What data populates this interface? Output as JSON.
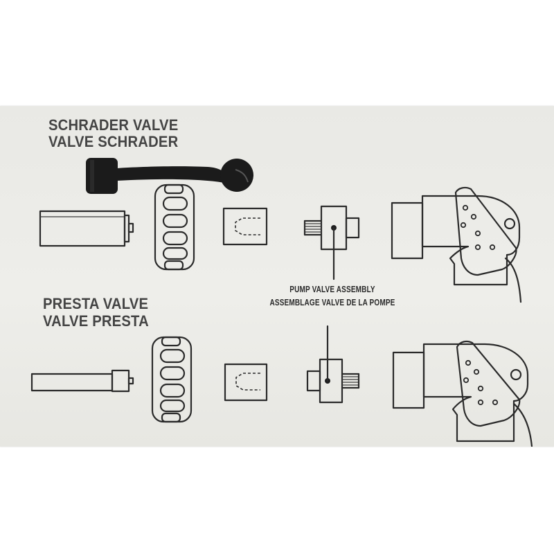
{
  "schrader": {
    "title_en": "SCHRADER VALVE",
    "title_fr": "VALVE SCHRADER"
  },
  "presta": {
    "title_en": "PRESTA VALVE",
    "title_fr": "VALVE PRESTA"
  },
  "pump_assembly": {
    "label_en": "PUMP VALVE ASSEMBLY",
    "label_fr": "ASSEMBLAGE VALVE DE LA POMPE"
  },
  "colors": {
    "card_background": "#ececE8",
    "ink": "#2a2a2a",
    "heading_text": "#444444",
    "wrench_tool": "#1b1b1b"
  }
}
